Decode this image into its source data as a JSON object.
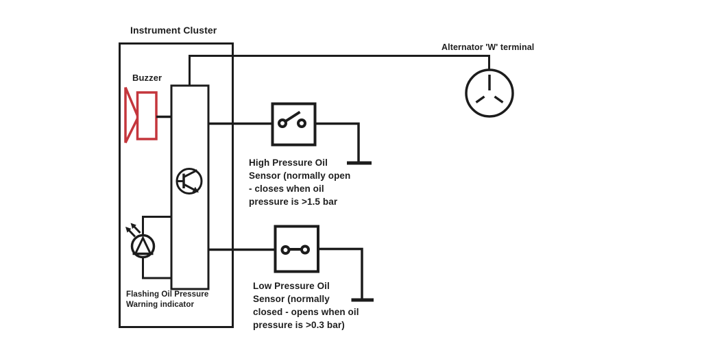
{
  "page": {
    "background": "#ffffff"
  },
  "colors": {
    "wire": "#1c1c1c",
    "buzzer_red": "#c4363c"
  },
  "labels": {
    "instrument_cluster": "Instrument Cluster",
    "buzzer": "Buzzer",
    "alternator_terminal": "Alternator 'W' terminal",
    "high_pressure_sensor": "High Pressure Oil\nSensor (normally open\n- closes when oil\npressure is >1.5 bar",
    "low_pressure_sensor": "Low Pressure Oil\nSensor (normally\nclosed - opens when oil\npressure is >0.3 bar)",
    "flashing_indicator": "Flashing Oil Pressure\nWarning indicator"
  }
}
